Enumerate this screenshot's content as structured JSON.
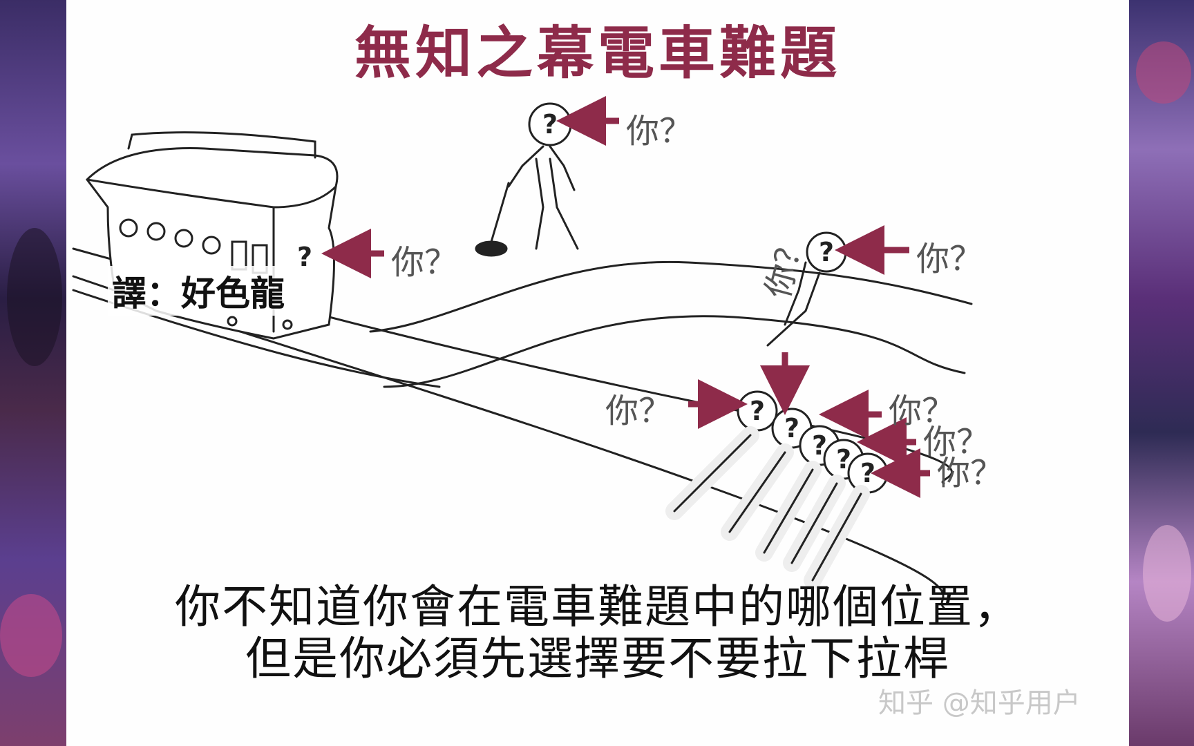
{
  "title": "無知之幕電車難題",
  "credit": "譯：好色龍",
  "labels": {
    "trolley": "你？",
    "lever": "你？",
    "side_track": "你？",
    "tied_track": "你？",
    "victim_left": "你？",
    "victim_r1": "你？",
    "victim_r2": "你？",
    "victim_r3": "你？"
  },
  "caption": {
    "line1": "你不知道你會在電車難題中的哪個位置，",
    "line2": "但是你必須先選擇要不要拉下拉桿"
  },
  "watermark": "知乎 @知乎用户",
  "colors": {
    "title": "#8e2b4a",
    "arrow": "#8e2b4a"
  }
}
